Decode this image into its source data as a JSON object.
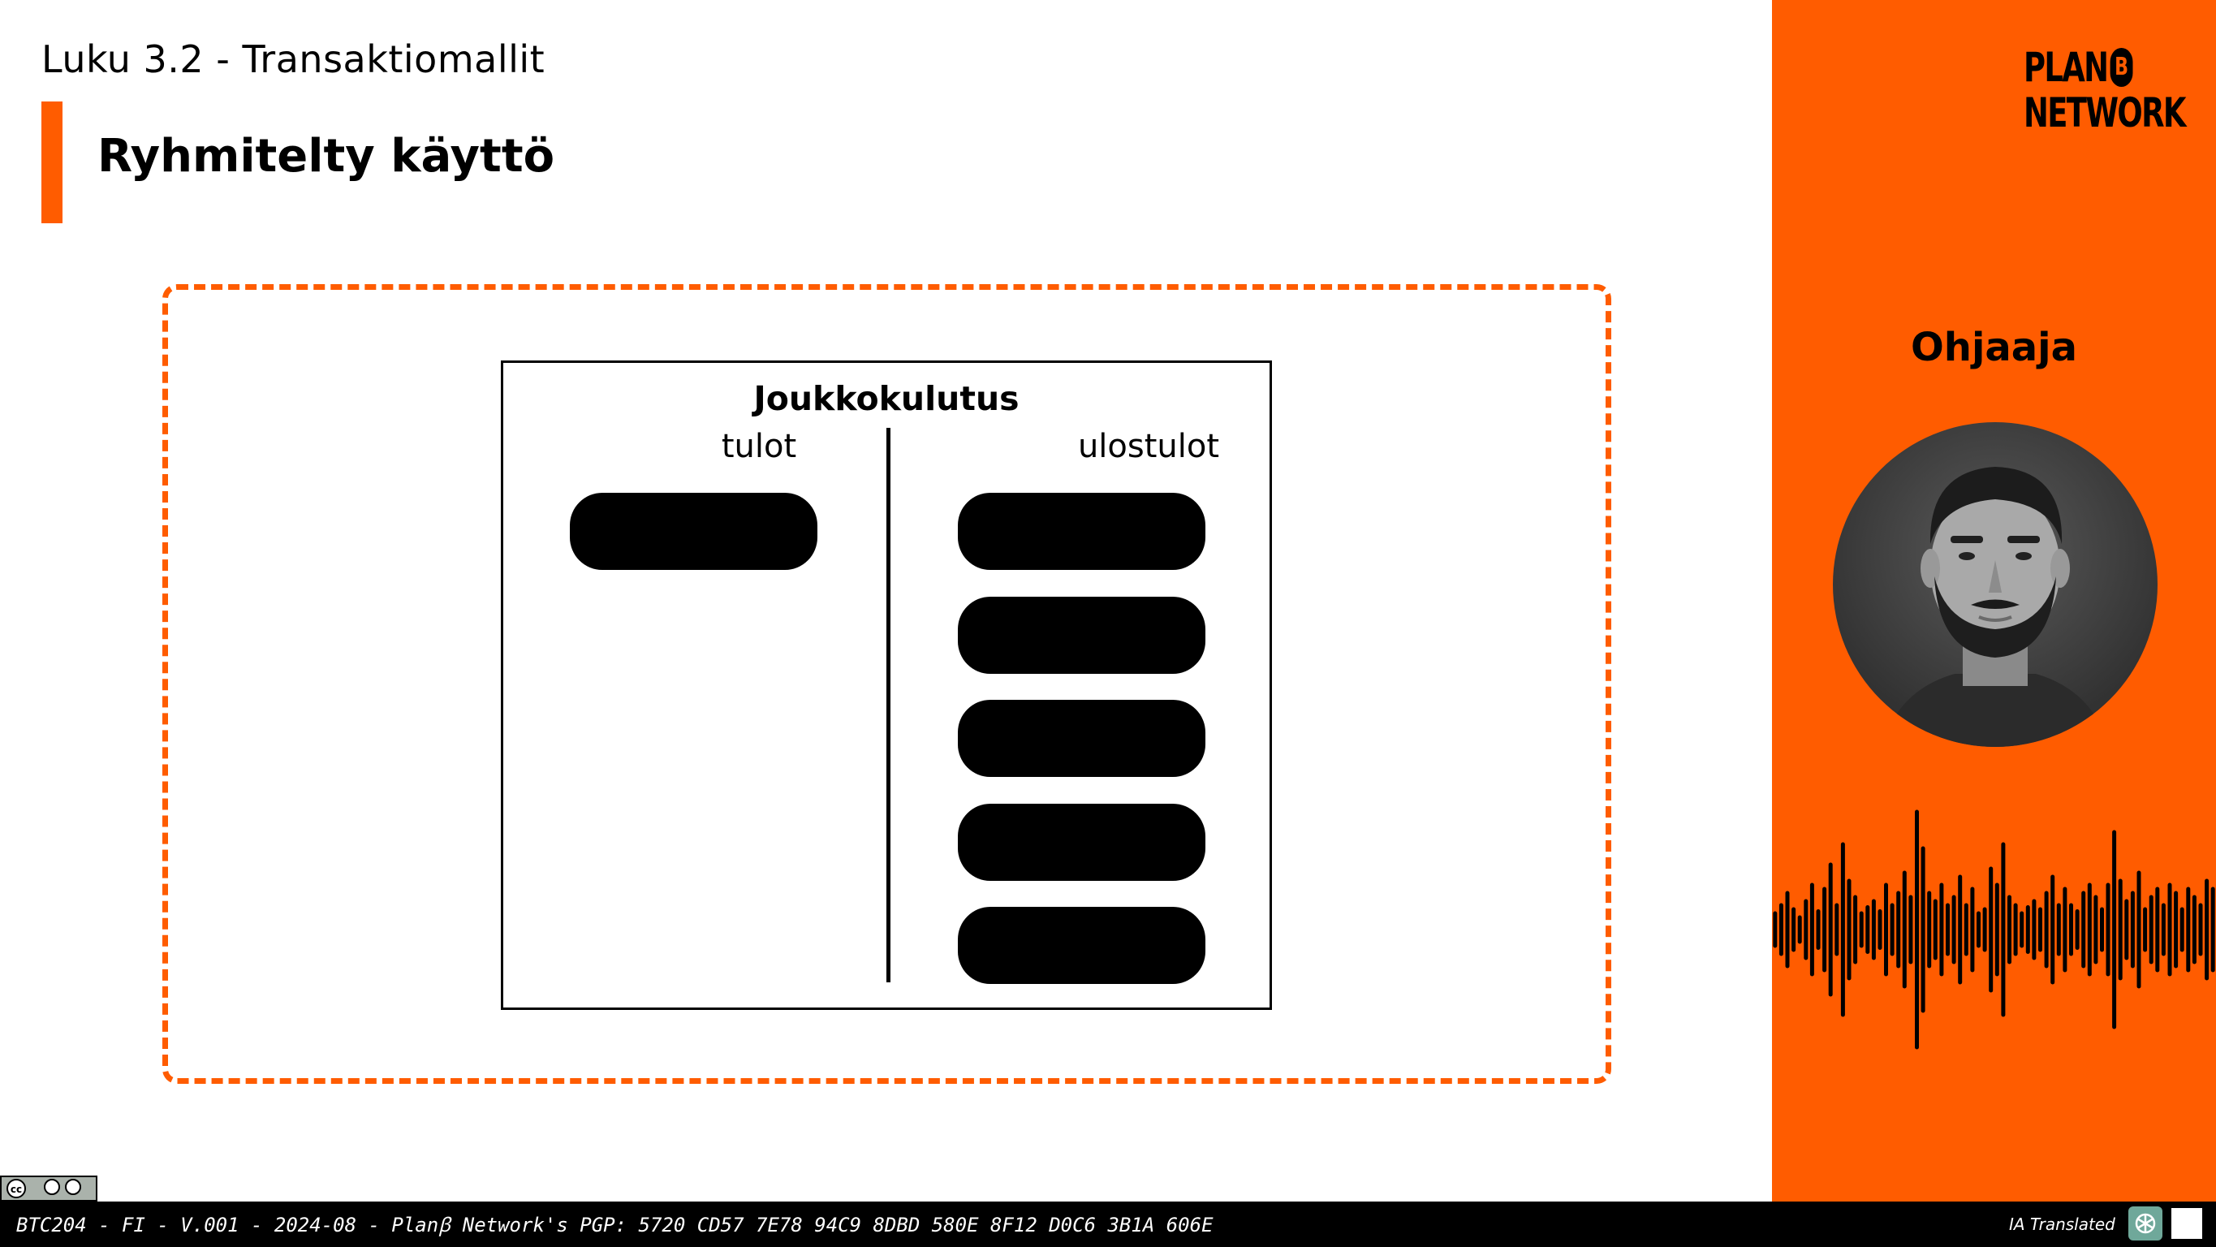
{
  "header": {
    "chapter": "Luku 3.2 - Transaktiomallit",
    "title": "Ryhmitelty käyttö"
  },
  "diagram": {
    "title": "Joukkokulutus",
    "inputs_label": "tulot",
    "outputs_label": "ulostulot",
    "input_count": 1,
    "output_count": 5
  },
  "sidebar": {
    "logo_line1": "PLAN",
    "logo_b": "B",
    "logo_line2": "NETWORK",
    "instructor_label": "Ohjaaja"
  },
  "footer": {
    "meta": "BTC204 - FI - V.001 - 2024-08 - Planꞵ Network's PGP: 5720 CD57 7E78 94C9 8DBD 580E 8F12 D0C6 3B1A 606E",
    "translated": "IA Translated"
  },
  "colors": {
    "accent": "#FF5C00",
    "text": "#000000",
    "background": "#FFFFFF"
  }
}
